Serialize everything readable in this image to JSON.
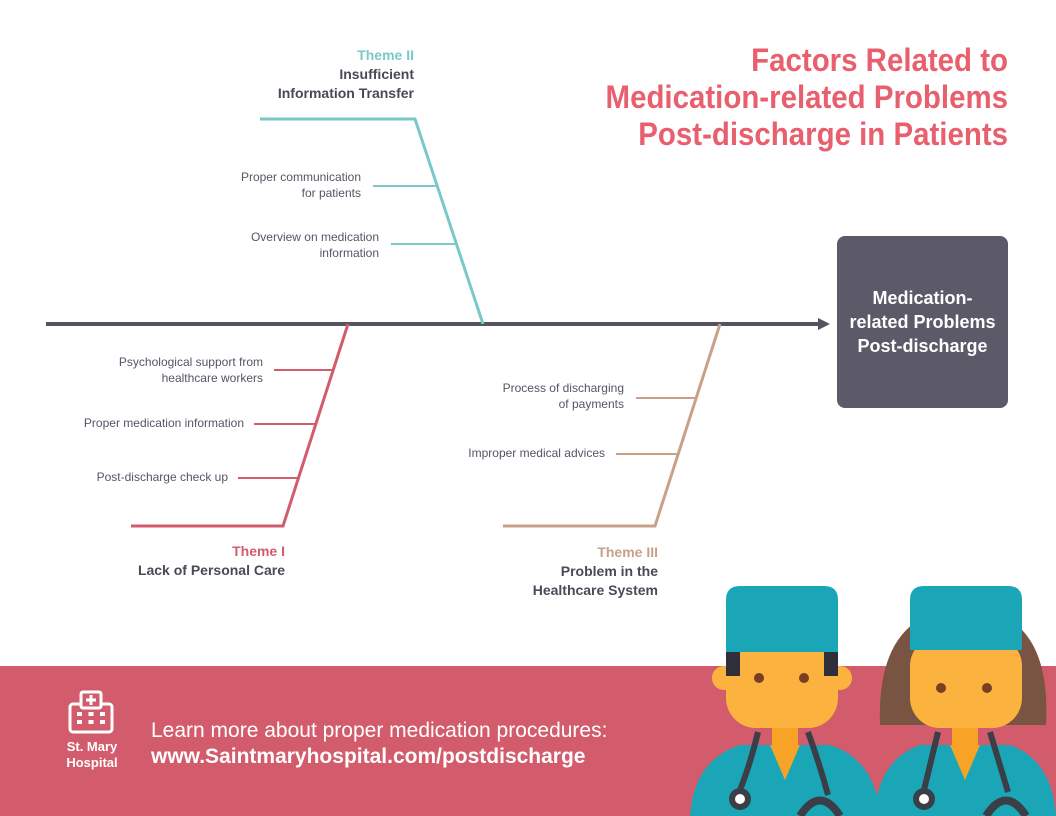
{
  "title": {
    "line1": "Factors Related to",
    "line2": "Medication-related Problems",
    "line3": "Post-discharge in Patients"
  },
  "effect": {
    "line1": "Medication-",
    "line2": "related Problems",
    "line3": "Post-discharge"
  },
  "themes": {
    "theme2": {
      "label": "Theme II",
      "name_line1": "Insufficient",
      "name_line2": "Information Transfer",
      "color": "#79c9c9",
      "causes": [
        {
          "line1": "Proper communication",
          "line2": "for patients"
        },
        {
          "line1": "Overview on medication",
          "line2": "information"
        }
      ]
    },
    "theme1": {
      "label": "Theme I",
      "name_line1": "Lack of Personal Care",
      "color": "#d35c6c",
      "causes": [
        {
          "line1": "Psychological support from",
          "line2": "healthcare workers"
        },
        {
          "line1": "Proper medication information"
        },
        {
          "line1": "Post-discharge check up"
        }
      ]
    },
    "theme3": {
      "label": "Theme III",
      "name_line1": "Problem in the",
      "name_line2": "Healthcare System",
      "color": "#c9a18b",
      "causes": [
        {
          "line1": "Process of discharging",
          "line2": "of payments"
        },
        {
          "line1": "Improper medical advices"
        }
      ]
    }
  },
  "footer": {
    "hospital_line1": "St. Mary",
    "hospital_line2": "Hospital",
    "cta": "Learn more about proper medication procedures:",
    "url": "www.Saintmaryhospital.com/postdischarge",
    "hospital_icon": "hospital-building-icon",
    "background_color": "#d35c6c"
  },
  "colors": {
    "title": "#e8606e",
    "spine": "#55535f",
    "effect_box": "#5c5a69",
    "scrub_teal": "#1aa6b7",
    "skin": "#fbb23f"
  }
}
